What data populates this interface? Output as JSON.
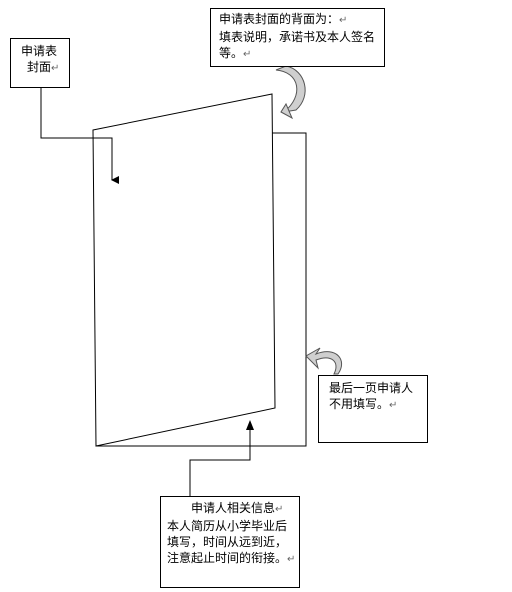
{
  "cover_label": {
    "line1": "申请表",
    "line2": "封面"
  },
  "back_note": {
    "line1": "申请表封面的背面为：",
    "line2": "填表说明，承诺书及本人签名",
    "line3": "等。"
  },
  "last_page_note": {
    "line1": "最后一页申请人",
    "line2": "不用填写。"
  },
  "resume_note": {
    "line1": "申请人相关信息",
    "line2": "本人简历从小学毕业后",
    "line3": "填写，时间从远到近，",
    "line4": "注意起止时间的衔接。"
  },
  "return_mark": "↵"
}
